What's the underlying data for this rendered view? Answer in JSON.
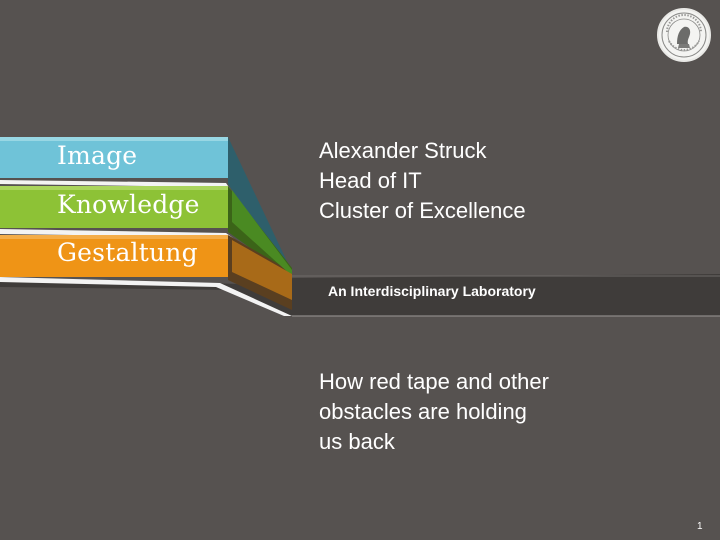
{
  "bands": [
    {
      "label": "Image",
      "color": "#6fc3d8"
    },
    {
      "label": "Knowledge",
      "color": "#8dc236"
    },
    {
      "label": "Gestaltung",
      "color": "#ef9416"
    }
  ],
  "speaker": {
    "name": "Alexander Struck",
    "role": "Head of IT",
    "organization": "Cluster of Excellence"
  },
  "tagline": "An Interdisciplinary Laboratory",
  "talk_title": {
    "line1": "How red tape and other",
    "line2": "obstacles are holding",
    "line3": "us back"
  },
  "page_number": "1",
  "colors": {
    "background": "#565250",
    "text": "#ffffff"
  },
  "logo_icon": "university-seal-icon"
}
